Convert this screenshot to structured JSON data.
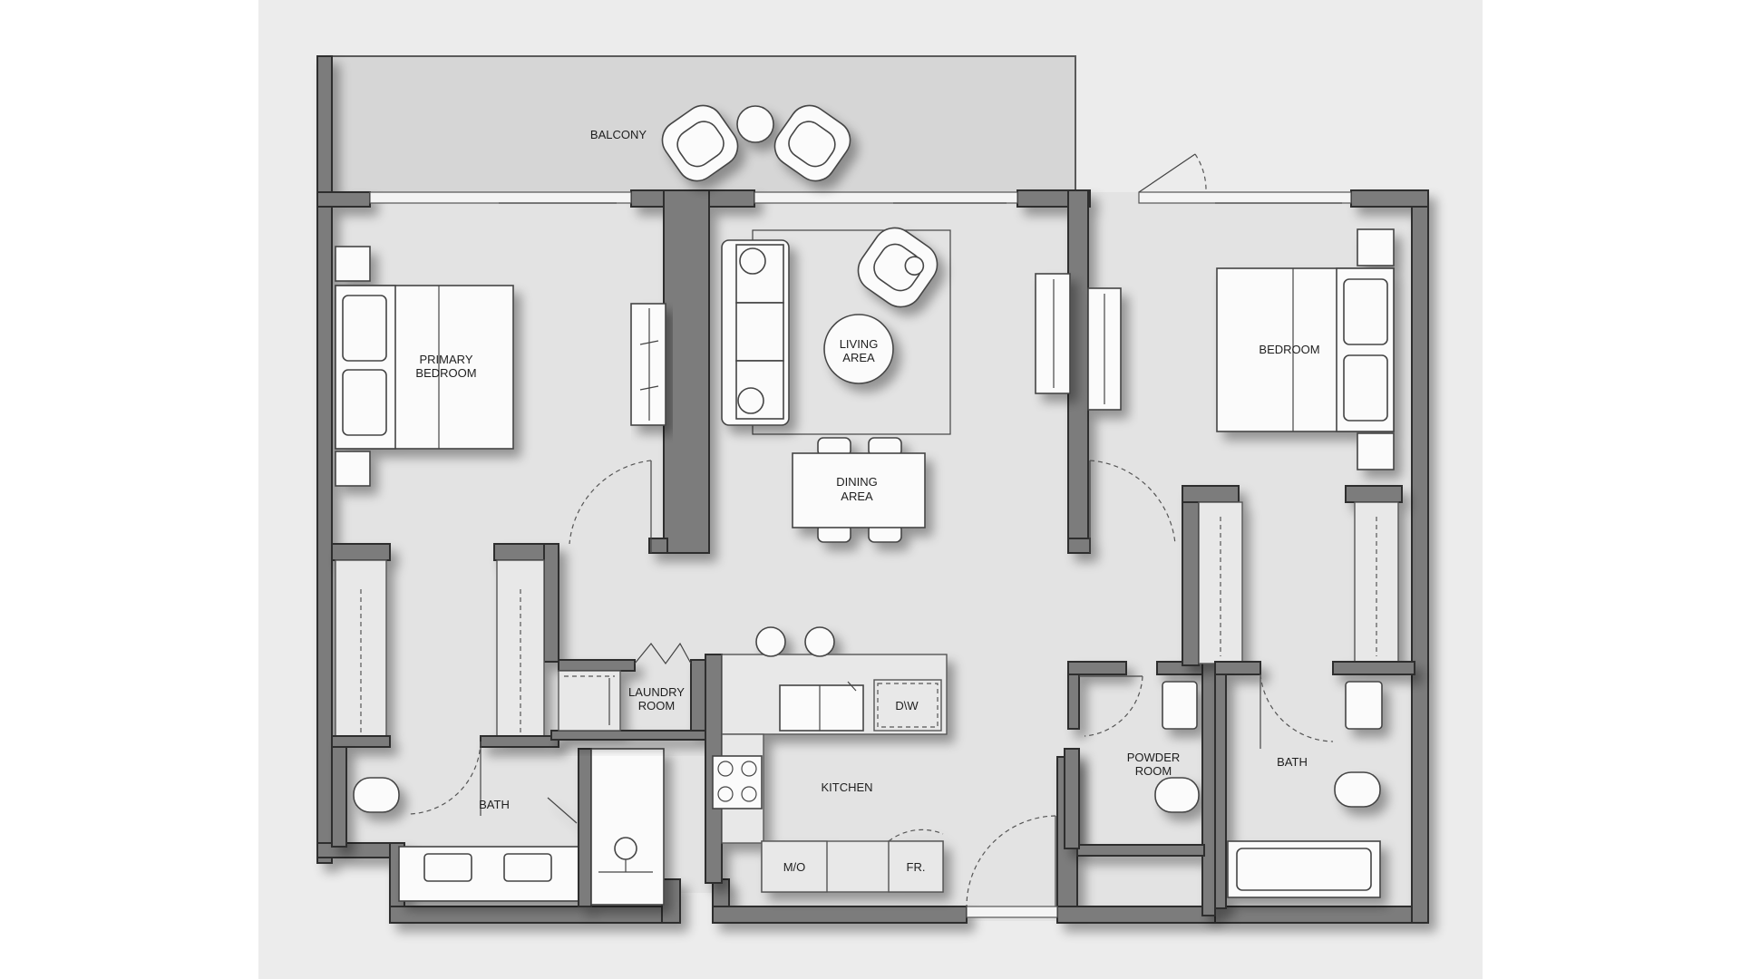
{
  "plan": {
    "background": "#ffffff",
    "canvas_color": "#ececec",
    "floor_color": "#e3e3e3",
    "wall_color": "#7c7c7c",
    "balcony_color": "#d6d6d6",
    "rooms": {
      "balcony": "BALCONY",
      "primary_bedroom_1": "PRIMARY",
      "primary_bedroom_2": "BEDROOM",
      "living_area_1": "LIVING",
      "living_area_2": "AREA",
      "dining_area_1": "DINING",
      "dining_area_2": "AREA",
      "bedroom": "BEDROOM",
      "laundry_room_1": "LAUNDRY",
      "laundry_room_2": "ROOM",
      "kitchen": "KITCHEN",
      "bath_left": "BATH",
      "powder_room_1": "POWDER",
      "powder_room_2": "ROOM",
      "bath_right": "BATH"
    },
    "appliances": {
      "dishwasher": "D\\W",
      "microwave": "M/O",
      "fridge": "FR."
    }
  }
}
